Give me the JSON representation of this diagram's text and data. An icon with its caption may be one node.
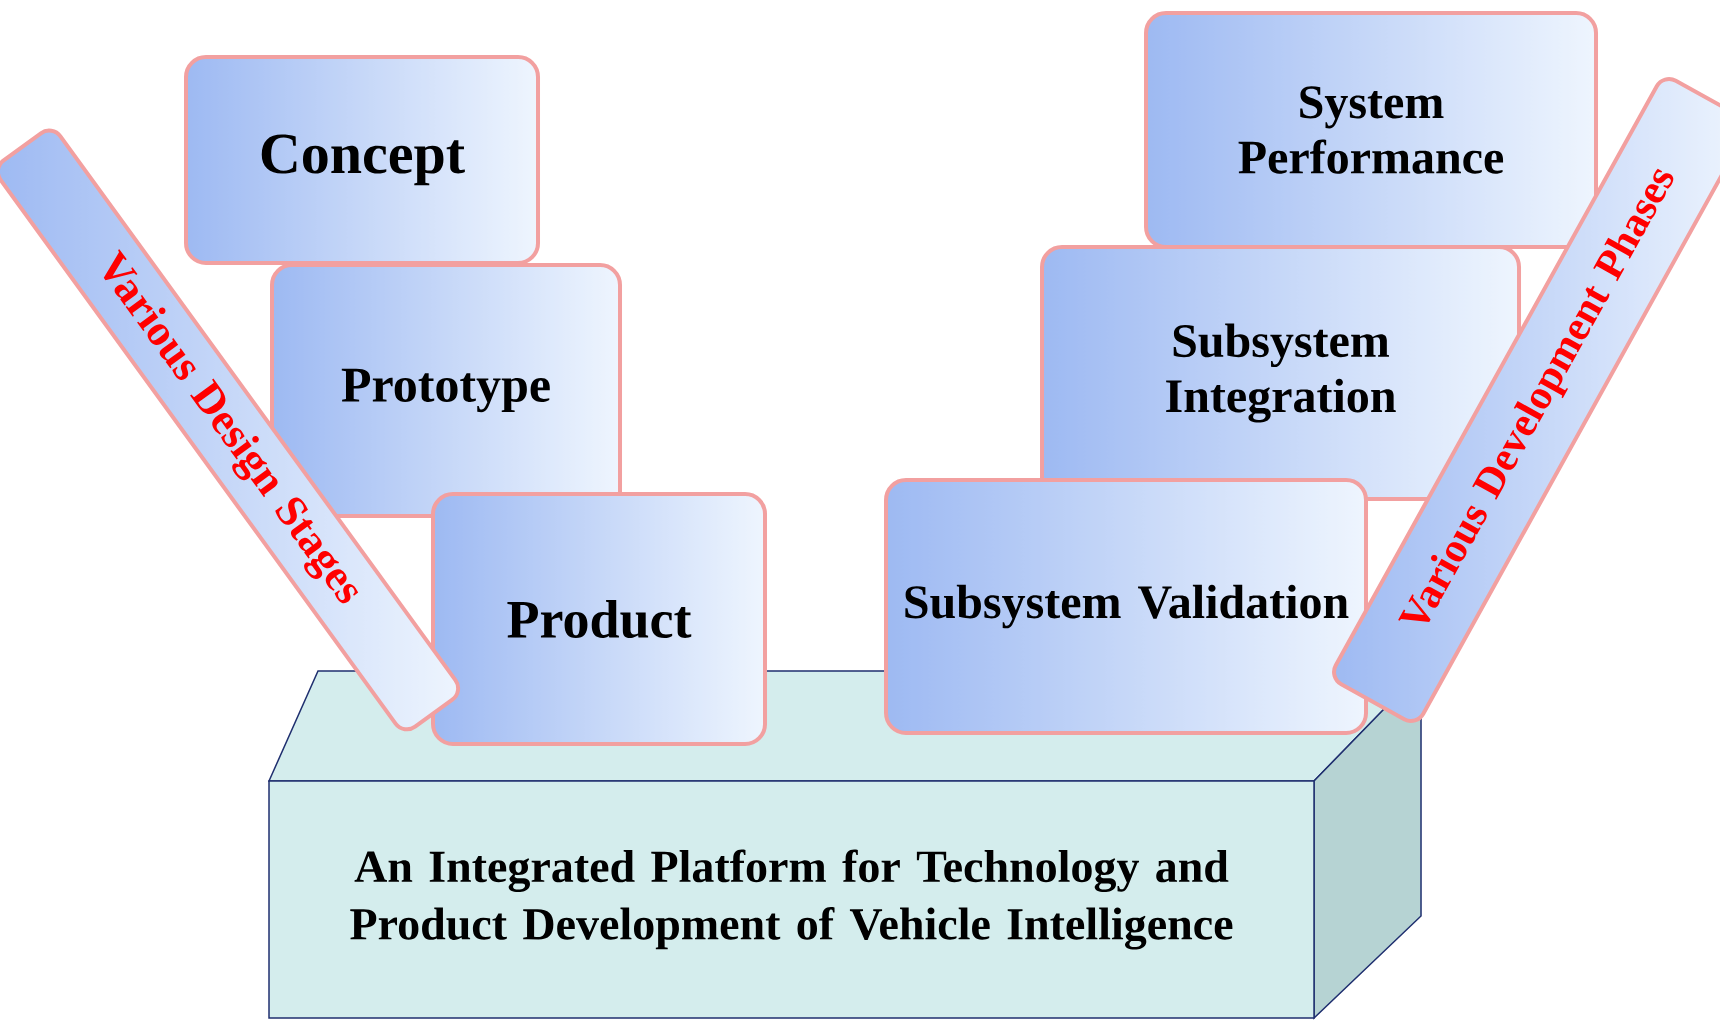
{
  "diagram": {
    "nodes": [
      {
        "text": [
          "Concept"
        ]
      },
      {
        "text": [
          "Prototype"
        ]
      },
      {
        "text": [
          "Product"
        ]
      },
      {
        "text": [
          "Various Design Stages"
        ]
      },
      {
        "text": [
          "System Performance"
        ]
      },
      {
        "text": [
          "Subsystem Integration"
        ]
      },
      {
        "text": [
          "Subsystem Validation"
        ]
      },
      {
        "text": [
          "Various Development Phases"
        ]
      },
      {
        "text": [
          "An Integrated Platform for Technology and Product Development of Vehicle Intelligence"
        ]
      }
    ]
  }
}
